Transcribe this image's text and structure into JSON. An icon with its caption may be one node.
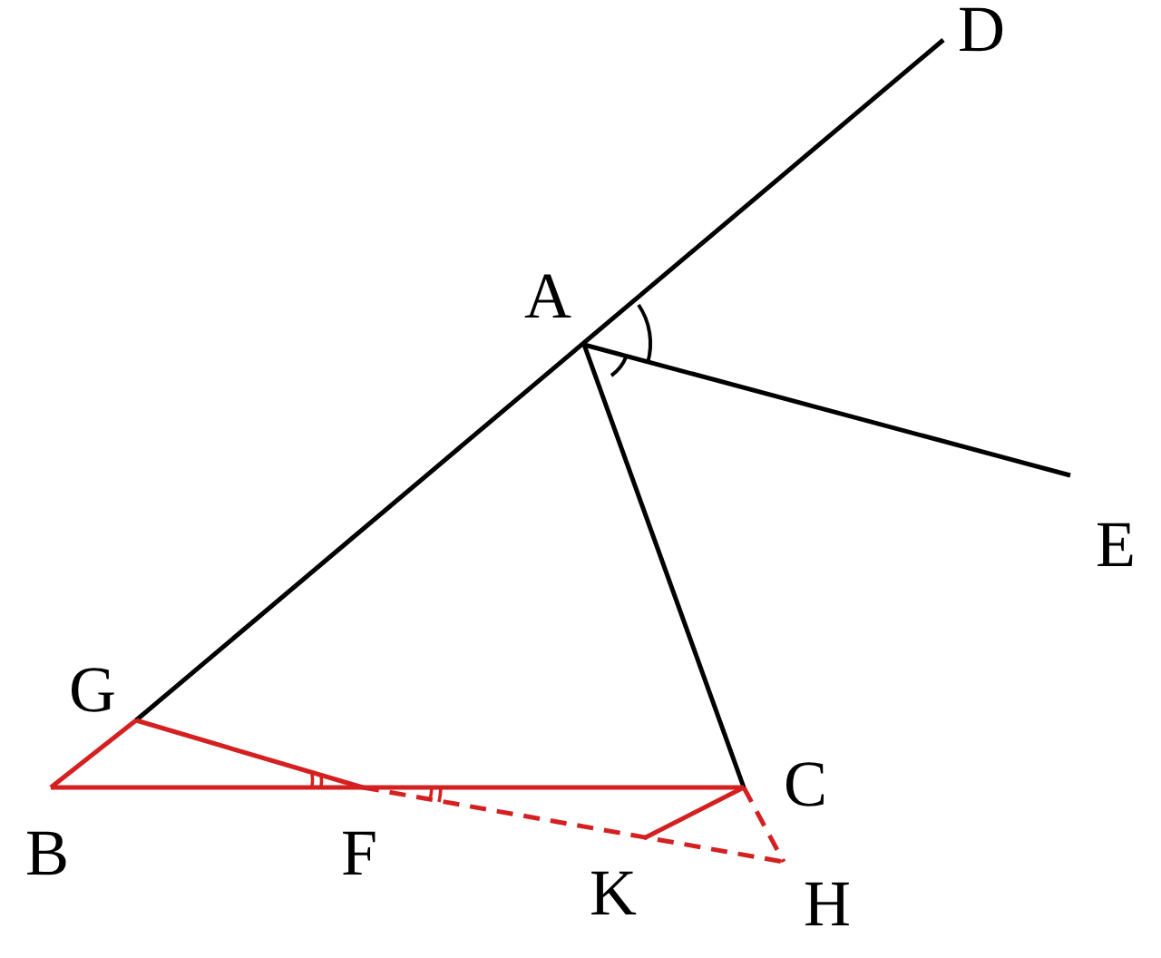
{
  "diagram": {
    "labels": [
      "D",
      "A",
      "E",
      "G",
      "C",
      "B",
      "F",
      "K",
      "H"
    ]
  }
}
